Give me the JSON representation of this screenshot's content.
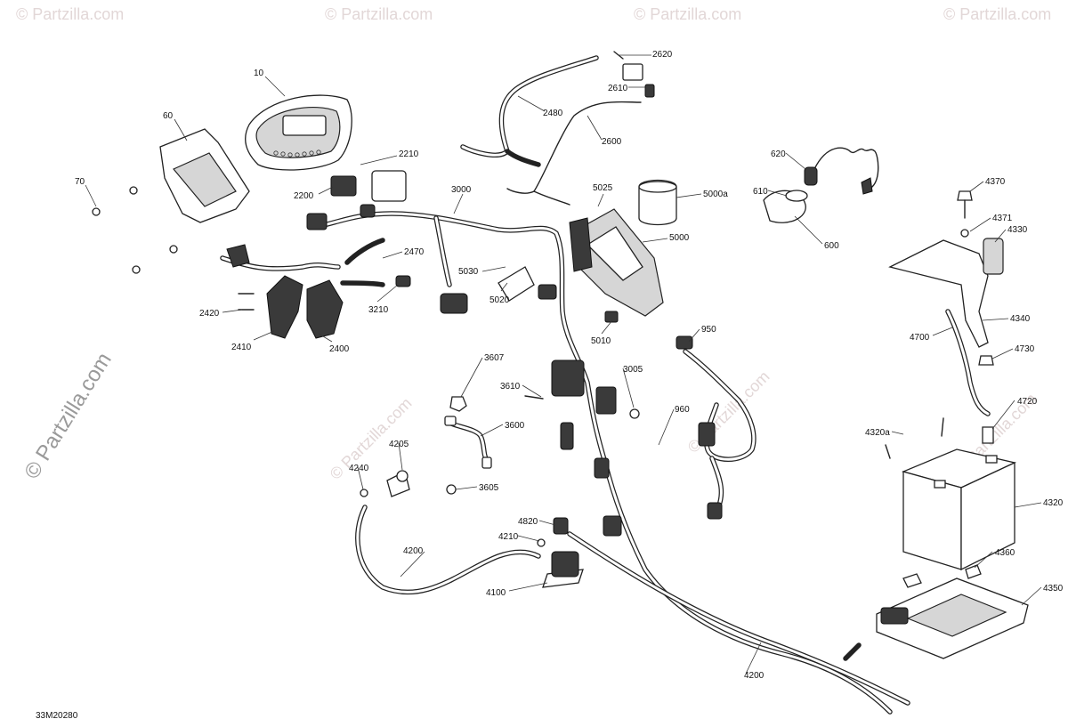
{
  "watermark": {
    "text": "© Partzilla.com"
  },
  "diagram_code": "33M20280",
  "callouts": [
    {
      "id": "10"
    },
    {
      "id": "60"
    },
    {
      "id": "70"
    },
    {
      "id": "2210"
    },
    {
      "id": "2200"
    },
    {
      "id": "3000"
    },
    {
      "id": "2620"
    },
    {
      "id": "2610"
    },
    {
      "id": "2480"
    },
    {
      "id": "2600"
    },
    {
      "id": "5025"
    },
    {
      "id": "5000a"
    },
    {
      "id": "5000"
    },
    {
      "id": "620"
    },
    {
      "id": "610"
    },
    {
      "id": "600"
    },
    {
      "id": "4370"
    },
    {
      "id": "4371"
    },
    {
      "id": "4330"
    },
    {
      "id": "4340"
    },
    {
      "id": "4700"
    },
    {
      "id": "4730"
    },
    {
      "id": "4720"
    },
    {
      "id": "2470"
    },
    {
      "id": "5030"
    },
    {
      "id": "3210"
    },
    {
      "id": "5020"
    },
    {
      "id": "2420"
    },
    {
      "id": "2410"
    },
    {
      "id": "2400"
    },
    {
      "id": "5010"
    },
    {
      "id": "950"
    },
    {
      "id": "3607"
    },
    {
      "id": "3005"
    },
    {
      "id": "3610"
    },
    {
      "id": "960"
    },
    {
      "id": "3600"
    },
    {
      "id": "4205"
    },
    {
      "id": "4240"
    },
    {
      "id": "3605"
    },
    {
      "id": "4320a"
    },
    {
      "id": "4320"
    },
    {
      "id": "4820"
    },
    {
      "id": "4210"
    },
    {
      "id": "4200"
    },
    {
      "id": "4100"
    },
    {
      "id": "4360"
    },
    {
      "id": "4350"
    },
    {
      "id": "4200"
    }
  ]
}
